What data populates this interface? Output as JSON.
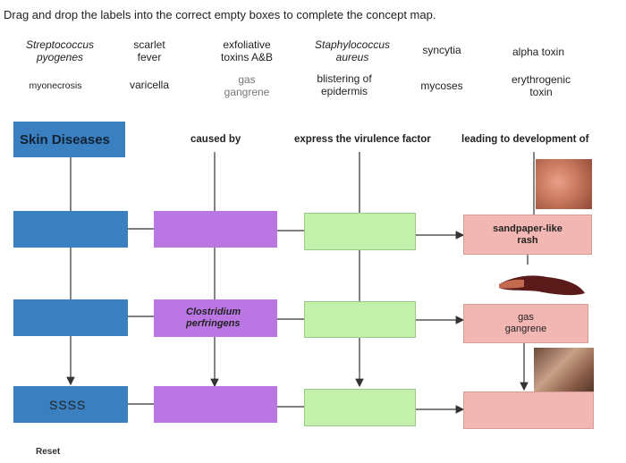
{
  "instruction": "Drag and drop the labels into the correct empty boxes to complete the concept map.",
  "labels": [
    {
      "id": "streptococcus",
      "text": "Streptococcus\npyogenes"
    },
    {
      "id": "scarlet-fever",
      "text": "scarlet\nfever"
    },
    {
      "id": "exfoliative",
      "text": "exfoliative\ntoxins A&B"
    },
    {
      "id": "staphylococcus",
      "text": "Staphylococcus\naureus"
    },
    {
      "id": "syncytia",
      "text": "syncytia"
    },
    {
      "id": "alpha-toxin",
      "text": "alpha toxin"
    },
    {
      "id": "myonecrosis",
      "text": "myonecrosis"
    },
    {
      "id": "varicella",
      "text": "varicella"
    },
    {
      "id": "gas-gangrene-label",
      "text": "gas\ngangrene"
    },
    {
      "id": "blistering",
      "text": "blistering of\nepidermis"
    },
    {
      "id": "mycoses",
      "text": "mycoses"
    },
    {
      "id": "erythrogenic",
      "text": "erythrogenic\ntoxin"
    }
  ],
  "map": {
    "title": "Skin Diseases",
    "headers": {
      "caused_by": "caused by",
      "virulence": "express the virulence factor",
      "leading": "leading to development of"
    },
    "filled": {
      "sandpaper": "sandpaper-like\nrash",
      "clostridium": "Clostridium\nperfringens",
      "gas_gangrene": "gas\ngangrene",
      "ssss": "SSSS"
    }
  },
  "reset_label": "Reset",
  "colors": {
    "blue": "#3a7fc0",
    "purple": "#ba77e4",
    "green": "#c3f1ac",
    "pink": "#f3b7b3"
  }
}
